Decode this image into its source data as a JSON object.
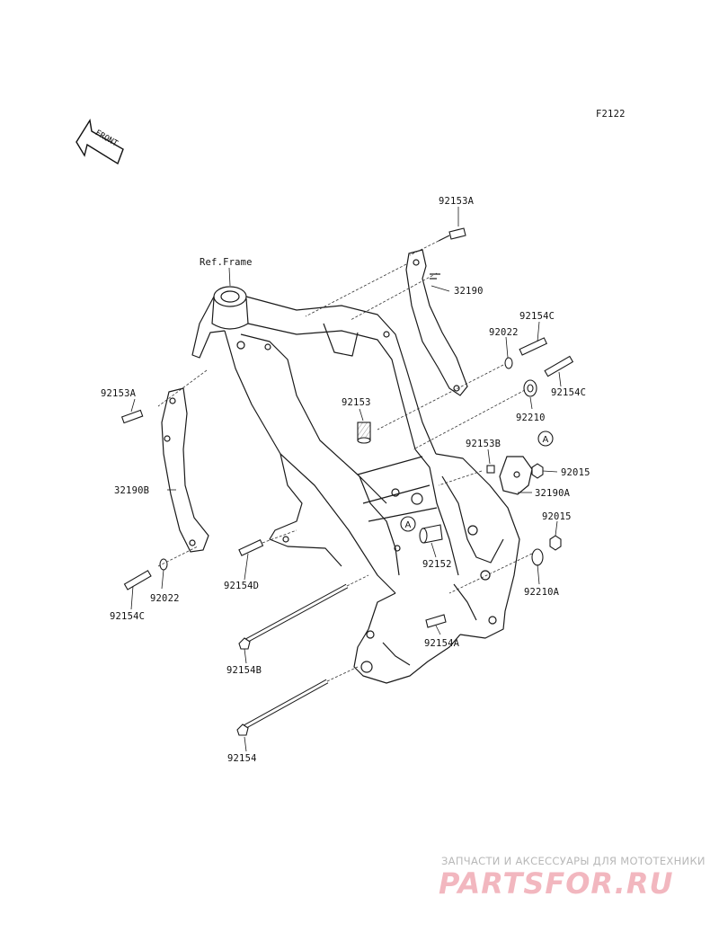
{
  "figure_code": "F2122",
  "front_arrow_text": "FRONT",
  "ref_frame_label": "Ref.Frame",
  "callout_marker": "A",
  "parts": {
    "p92153A_top": "92153A",
    "p32190": "32190",
    "p92154C_top": "92154C",
    "p92022_right": "92022",
    "p92154C_right": "92154C",
    "p92210": "92210",
    "p92153": "92153",
    "p92153B": "92153B",
    "p92015_a": "92015",
    "p32190A": "32190A",
    "p92015_b": "92015",
    "p92210A": "92210A",
    "p92152": "92152",
    "p92154A": "92154A",
    "p92153A_left": "92153A",
    "p32190B": "32190B",
    "p92154D": "92154D",
    "p92022_left": "92022",
    "p92154C_left": "92154C",
    "p92154B": "92154B",
    "p92154": "92154"
  },
  "watermark": {
    "tagline": "ЗАПЧАСТИ И АКСЕССУАРЫ ДЛЯ МОТОТЕХНИКИ",
    "logo": "PARTSFOR.RU",
    "color": "#f2b7bf"
  },
  "colors": {
    "line": "#1a1a1a",
    "background": "#ffffff"
  }
}
